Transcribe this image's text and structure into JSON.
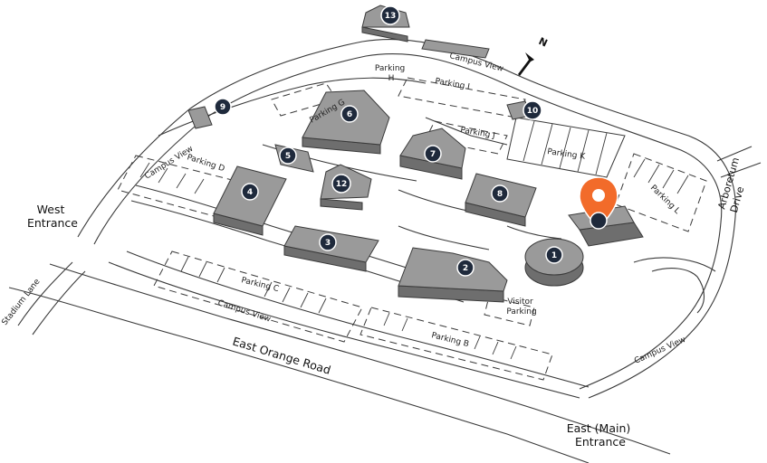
{
  "map": {
    "north_label": "N",
    "accent_color": "#f26b2a",
    "marker_color": "#1f2a3c",
    "entrances": {
      "west": [
        "West",
        "Entrance"
      ],
      "east": [
        "East (Main)",
        "Entrance"
      ]
    },
    "roads": {
      "east_orange": "East Orange Road",
      "stadium": "Stadium Lane",
      "arboretum": [
        "Arboretum",
        "Drive"
      ],
      "campus_view": "Campus View"
    },
    "parking": {
      "A_visitor": [
        "Visitor",
        "Parking"
      ],
      "B": "Parking B",
      "C": "Parking C",
      "D": "Parking D",
      "G": "Parking G",
      "H": [
        "Parking",
        "H"
      ],
      "I": "Parking I",
      "J": "Parking J",
      "K": "Parking K",
      "L": "Parking L"
    },
    "buildings": [
      "1",
      "2",
      "3",
      "4",
      "5",
      "6",
      "7",
      "8",
      "9",
      "10",
      "12",
      "13"
    ]
  }
}
